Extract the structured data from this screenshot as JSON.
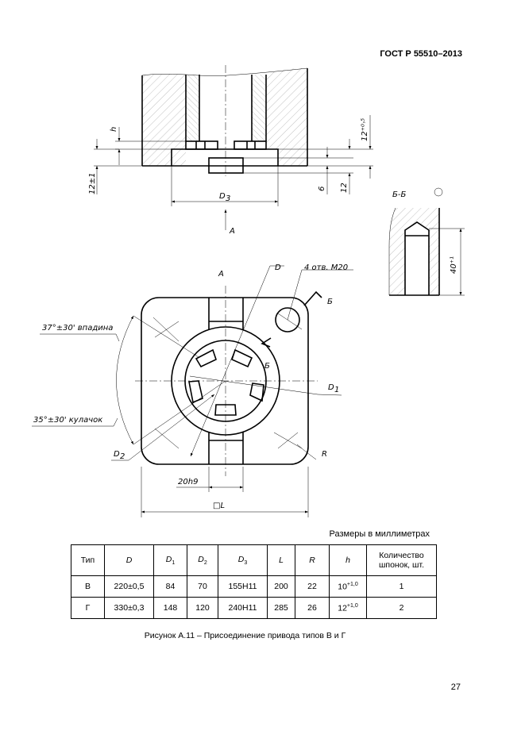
{
  "header": {
    "standard": "ГОСТ Р 55510–2013"
  },
  "drawing": {
    "labels": {
      "h": "h",
      "dim_12_1": "12±1",
      "D3": "D",
      "D3_sub": "3",
      "view_arrow": "А",
      "dim_6": "6",
      "dim_12": "12",
      "dim_12_05": "12⁺⁰˒⁵",
      "view_A": "А",
      "D": "D",
      "holes": "4 отв. М20",
      "section_mark_top": "Б",
      "section_mark_bottom": "Б",
      "angle_top": "37°±30' впадина",
      "angle_bottom": "35°±30' кулачок",
      "D1": "D",
      "D1_sub": "1",
      "D2": "D",
      "D2_sub": "2",
      "R": "R",
      "slot": "20h9",
      "square_L": "□L",
      "section_title": "Б-Б",
      "dim_40": "40⁺¹"
    }
  },
  "units_note": "Размеры в миллиметрах",
  "table": {
    "headers": [
      "Тип",
      "D",
      "D",
      "D",
      "D",
      "L",
      "R",
      "h",
      "Количество шпонок, шт."
    ],
    "header_subs": [
      "",
      "",
      "1",
      "2",
      "3",
      "",
      "",
      "",
      ""
    ],
    "rows": [
      {
        "type": "В",
        "D": "220±0,5",
        "D1": "84",
        "D2": "70",
        "D3": "155Н11",
        "L": "200",
        "R": "22",
        "h": "10",
        "h_tol": "+1,0",
        "keys": "1"
      },
      {
        "type": "Г",
        "D": "330±0,3",
        "D1": "148",
        "D2": "120",
        "D3": "240Н11",
        "L": "285",
        "R": "26",
        "h": "12",
        "h_tol": "+1,0",
        "keys": "2"
      }
    ]
  },
  "caption": "Рисунок А.11 – Присоединение привода типов В и Г",
  "page_number": "27"
}
